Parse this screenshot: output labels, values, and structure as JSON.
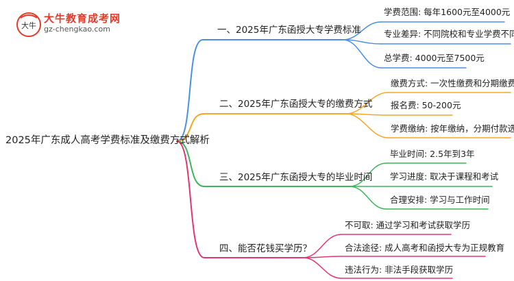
{
  "logo": {
    "name": "大牛教育成考网",
    "url": "gz-chengkao.com",
    "mark_text": "大牛"
  },
  "mindmap": {
    "root": "2025年广东成人高考学费标准及缴费方式解析",
    "branches": [
      {
        "label": "一、2025年广东函授大专学费标准",
        "color": "#4a90e2",
        "leaves": [
          "学费范围: 每年1600元至4000元",
          "专业差异: 不同院校和专业学费不同",
          "总学费: 4000元至7500元"
        ]
      },
      {
        "label": "二、2025年广东函授大专的缴费方式",
        "color": "#f5a623",
        "leaves": [
          "缴费方式: 一次性缴费和分期缴费",
          "报名费: 50-200元",
          "学费缴纳: 按年缴纳，分期付款选项"
        ]
      },
      {
        "label": "三、2025年广东函授大专的毕业时间",
        "color": "#3cb45c",
        "leaves": [
          "毕业时间: 2.5年到3年",
          "学习进度: 取决于课程和考试",
          "合理安排: 学习与工作时间"
        ]
      },
      {
        "label": "四、能否花钱买学历？",
        "color": "#e8336d",
        "leaves": [
          "不可取: 通过学习和考试获取学历",
          "合法途径: 成人高考和函授大专为正规教育",
          "违法行为: 非法手段获取学历"
        ]
      }
    ]
  }
}
